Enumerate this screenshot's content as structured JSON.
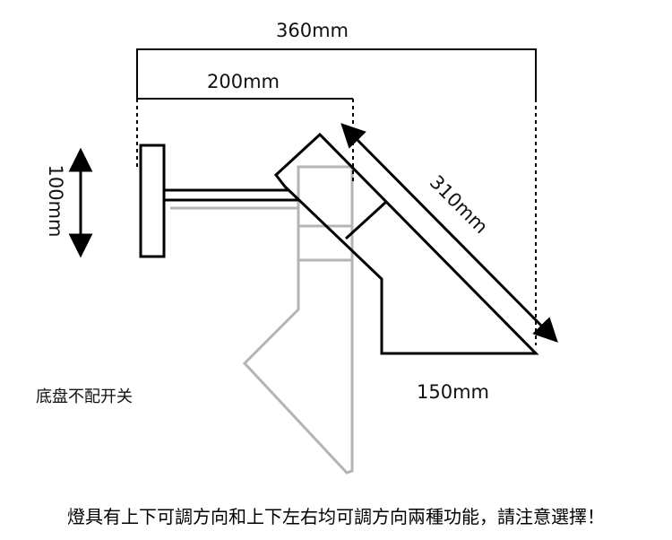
{
  "dimensions": {
    "overall_width": "360mm",
    "arm_length": "200mm",
    "base_height": "100mm",
    "shade_length": "310mm",
    "shade_depth": "150mm"
  },
  "note": "底盘不配开关",
  "caption": "燈具有上下可調方向和上下左右均可調方向兩種功能，請注意選擇！",
  "colors": {
    "line": "#000000",
    "ghost": "#b4b4b4",
    "text": "#111111"
  }
}
